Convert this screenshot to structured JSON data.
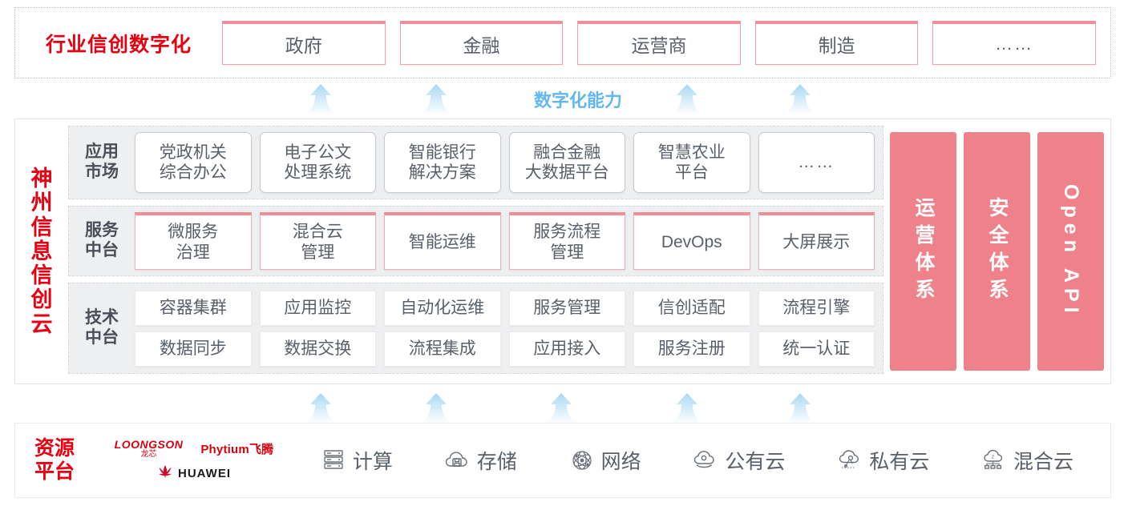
{
  "industry": {
    "title": "行业信创数字化",
    "cards": [
      "政府",
      "金融",
      "运营商",
      "制造",
      "……"
    ]
  },
  "capability": {
    "label": "数字化能力",
    "arrow_count_top": 4,
    "arrow_count_bottom": 5
  },
  "cloud": {
    "title_chars": [
      "神",
      "州",
      "信",
      "息",
      "信",
      "创",
      "云"
    ],
    "rows": [
      {
        "label": [
          "应用",
          "市场"
        ],
        "cards": [
          "党政机关\n综合办公",
          "电子公文\n处理系统",
          "智能银行\n解决方案",
          "融合金融\n大数据平台",
          "智慧农业\n平台",
          "……"
        ]
      },
      {
        "label": [
          "服务",
          "中台"
        ],
        "cards": [
          "微服务\n治理",
          "混合云\n管理",
          "智能运维",
          "服务流程\n管理",
          "DevOps",
          "大屏展示"
        ]
      },
      {
        "label": [
          "技术",
          "中台"
        ],
        "cards_line1": [
          "容器集群",
          "应用监控",
          "自动化运维",
          "服务管理",
          "信创适配",
          "流程引擎"
        ],
        "cards_line2": [
          "数据同步",
          "数据交换",
          "流程集成",
          "应用接入",
          "服务注册",
          "统一认证"
        ]
      }
    ],
    "pillars": [
      {
        "text": "运营体系",
        "type": "cjk"
      },
      {
        "text": "安全体系",
        "type": "cjk"
      },
      {
        "text": "Open API",
        "type": "latin"
      }
    ]
  },
  "resource": {
    "title": [
      "资源",
      "平台"
    ],
    "vendors": [
      {
        "name": "loongson",
        "en": "LOONGSON",
        "cn": "龙芯"
      },
      {
        "name": "phytium",
        "en": "Phytium飞腾"
      },
      {
        "name": "huawei",
        "en": "HUAWEI"
      }
    ],
    "items": [
      {
        "icon": "server-icon",
        "label": "计算"
      },
      {
        "icon": "cloud-storage-icon",
        "label": "存储"
      },
      {
        "icon": "network-mesh-icon",
        "label": "网络"
      },
      {
        "icon": "public-cloud-icon",
        "label": "公有云"
      },
      {
        "icon": "private-cloud-icon",
        "label": "私有云"
      },
      {
        "icon": "hybrid-cloud-icon",
        "label": "混合云"
      }
    ]
  },
  "colors": {
    "brand_red": "#e60012",
    "pink": "#ee8189",
    "card_pink_border": "#ef8e99",
    "arrow_blue": "#bfe2f7",
    "capability_blue": "#62b7ef",
    "band_gray": "#eeeff0"
  }
}
